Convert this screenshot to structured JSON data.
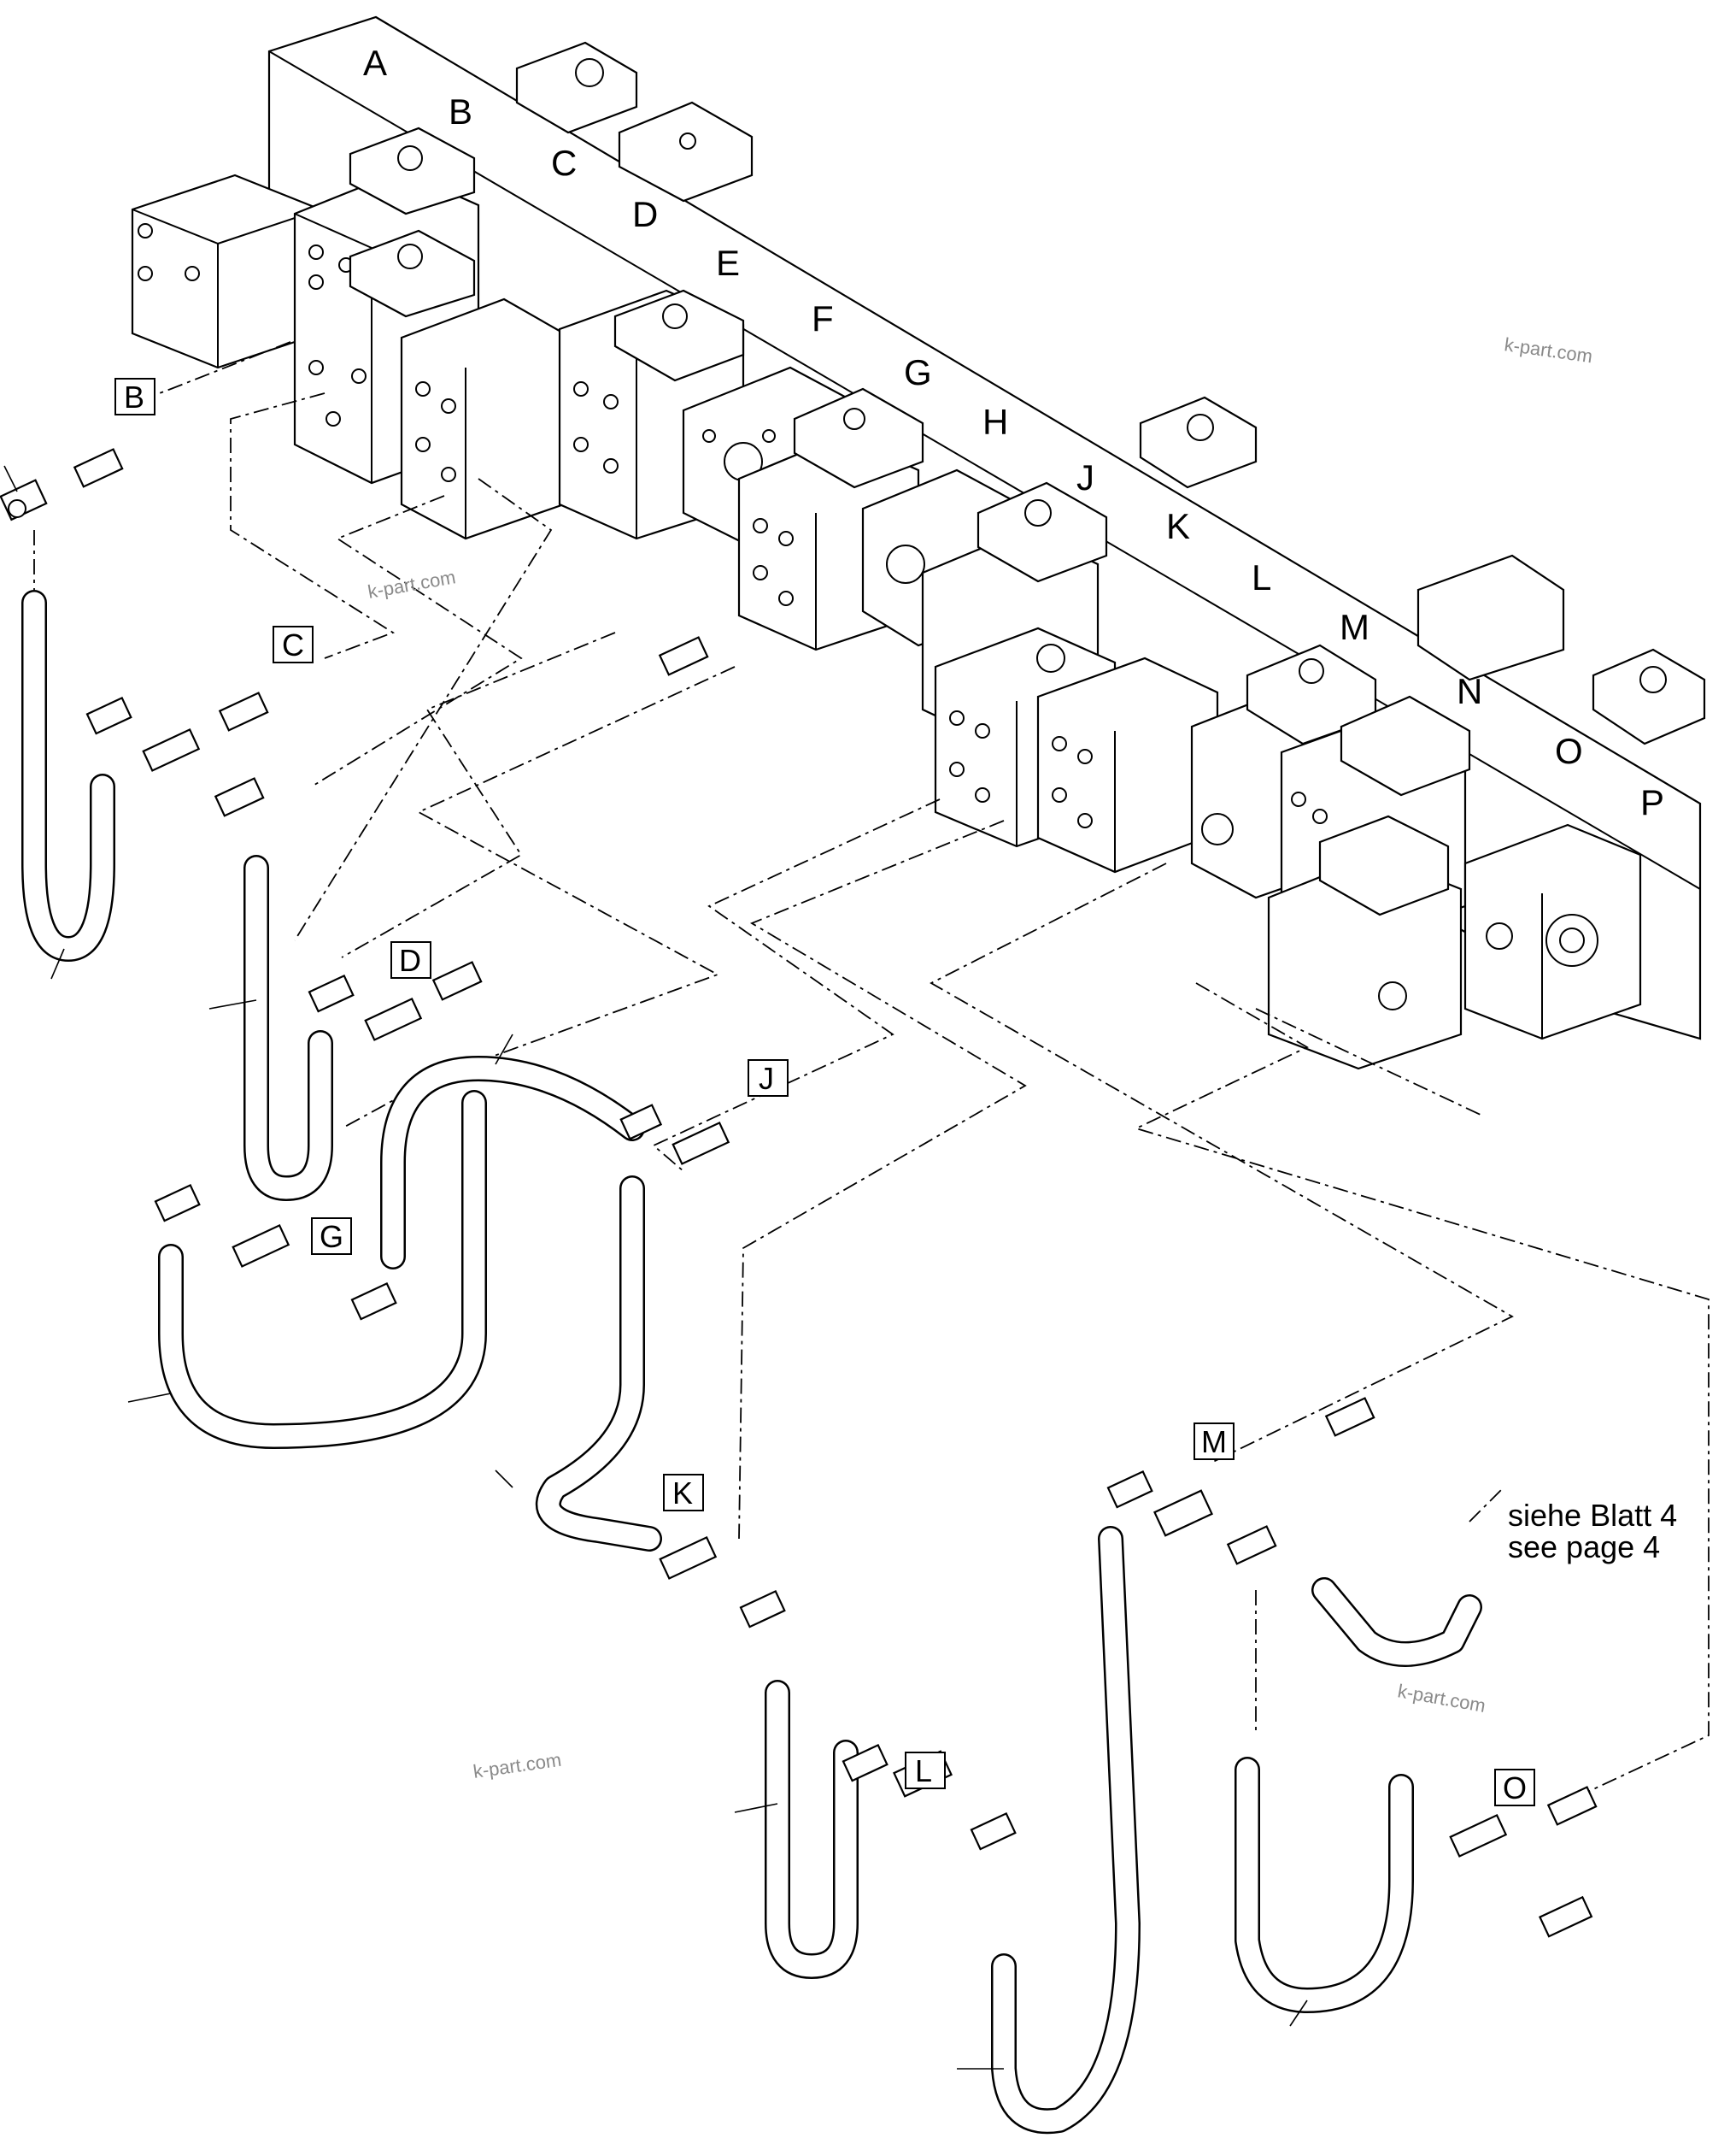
{
  "valve_block_labels": [
    "A",
    "B",
    "C",
    "D",
    "E",
    "F",
    "G",
    "H",
    "J",
    "K",
    "L",
    "M",
    "N",
    "O",
    "P"
  ],
  "connection_labels": [
    "B",
    "C",
    "D",
    "G",
    "J",
    "K",
    "L",
    "M",
    "O"
  ],
  "reference_note": {
    "line1": "siehe Blatt 4",
    "line2": "see page 4"
  },
  "watermark_text": "k-part.com"
}
